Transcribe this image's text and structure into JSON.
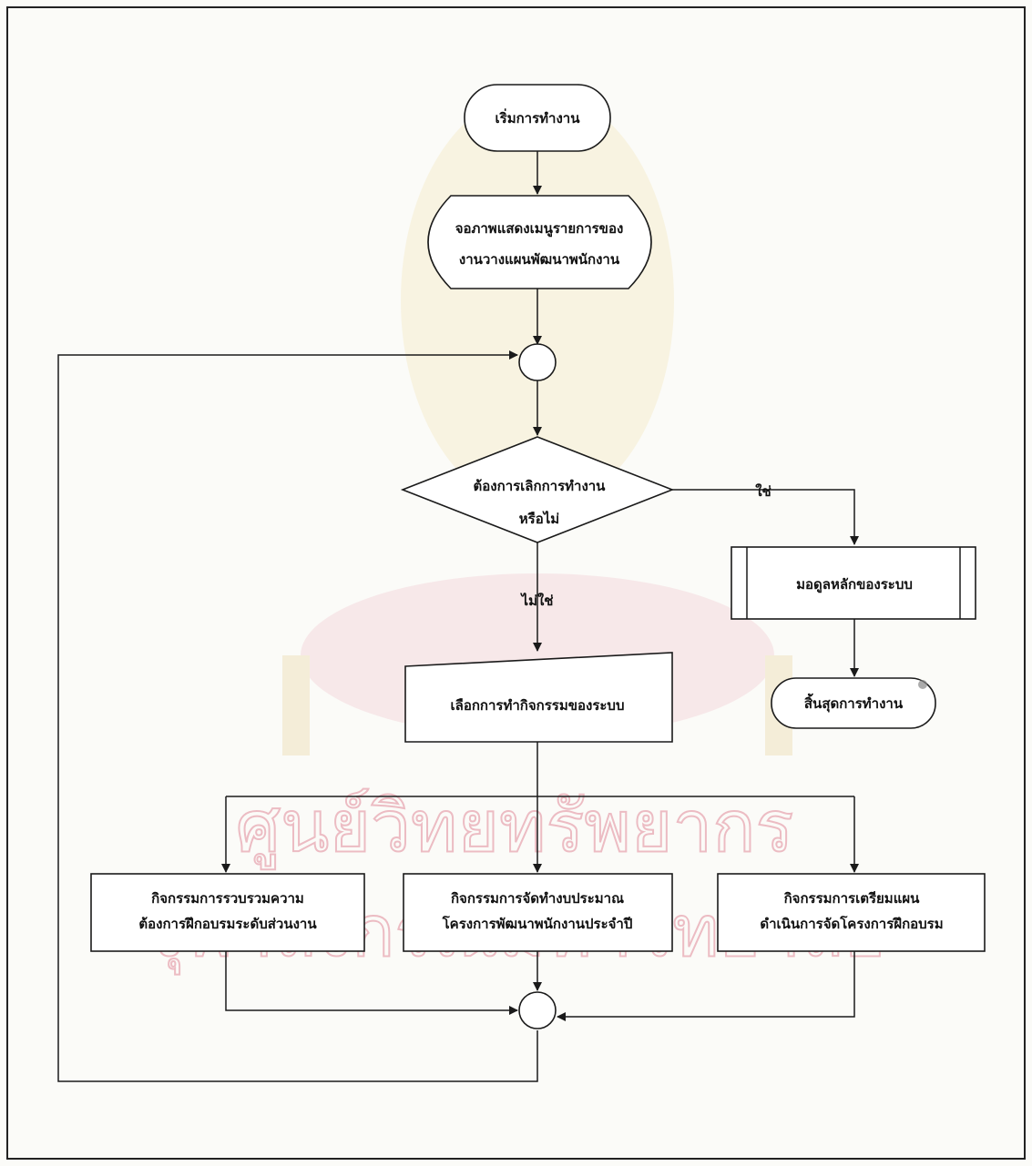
{
  "flowchart": {
    "start": "เริ่มการทำงาน",
    "display": {
      "line1": "จอภาพแสดงเมนูรายการของ",
      "line2": "งานวางแผนพัฒนาพนักงาน"
    },
    "decision": {
      "line1": "ต้องการเลิกการทำงาน",
      "line2": "หรือไม่"
    },
    "yes_label": "ใช่",
    "no_label": "ไม่ใช่",
    "main_module": "มอดูลหลักของระบบ",
    "end": "สิ้นสุดการทำงาน",
    "select_activity": "เลือกการทำกิจกรรมของระบบ",
    "activity_1": {
      "line1": "กิจกรรมการรวบรวมความ",
      "line2": "ต้องการฝึกอบรมระดับส่วนงาน"
    },
    "activity_2": {
      "line1": "กิจกรรมการจัดทำงบประมาณ",
      "line2": "โครงการพัฒนาพนักงานประจำปี"
    },
    "activity_3": {
      "line1": "กิจกรรมการเตรียมแผน",
      "line2": "ดำเนินการจัดโครงการฝึกอบรม"
    }
  },
  "watermark": {
    "line1": "ศูนย์วิทยทรัพยากร",
    "line2": "จุฬาลงกรณ์มหาวิทยาลัย"
  },
  "colors": {
    "stroke": "#1a1a1a",
    "watermark": "#e7a7b2",
    "background": "#fbfbf8"
  }
}
